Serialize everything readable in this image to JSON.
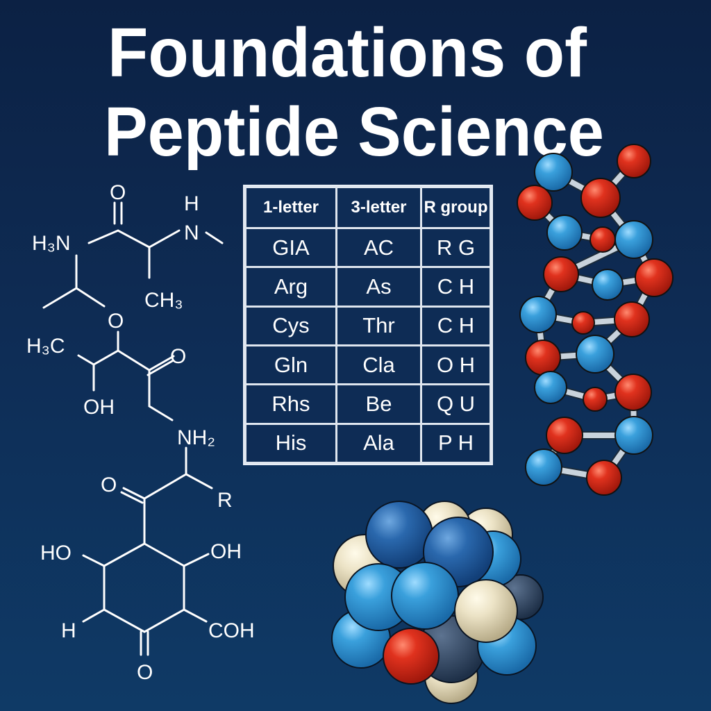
{
  "title": {
    "line1": "Foundations of",
    "line2": "Peptide Science"
  },
  "colors": {
    "background_top": "#0c2144",
    "background_bottom": "#0f3a66",
    "atom_red": "#e0321e",
    "atom_blue": "#3aa0dc",
    "atom_cream": "#ece3c6",
    "bond": "#c9d3dc",
    "text": "#ffffff"
  },
  "structure_labels": {
    "o_top": "O",
    "h_top": "H",
    "n_top": "N",
    "h3n": "H₃N",
    "ch3": "CH₃",
    "o_mid": "O",
    "h3c": "H₃C",
    "o_keto": "O",
    "oh_left": "OH",
    "nh2": "NH₂",
    "o_acyl": "O",
    "r": "R",
    "ho_ring": "HO",
    "oh_ring": "OH",
    "h_ring": "H",
    "coh_ring": "COH",
    "o_ring": "O"
  },
  "table": {
    "headers": [
      "1-letter",
      "3-letter",
      "R group"
    ],
    "rows": [
      [
        "GIA",
        "AC",
        "R G"
      ],
      [
        "Arg",
        "As",
        "C H"
      ],
      [
        "Cys",
        "Thr",
        "C H"
      ],
      [
        "Gln",
        "Cla",
        "O H"
      ],
      [
        "Rhs",
        "Be",
        "Q U"
      ],
      [
        "His",
        "Ala",
        "P H"
      ]
    ]
  }
}
